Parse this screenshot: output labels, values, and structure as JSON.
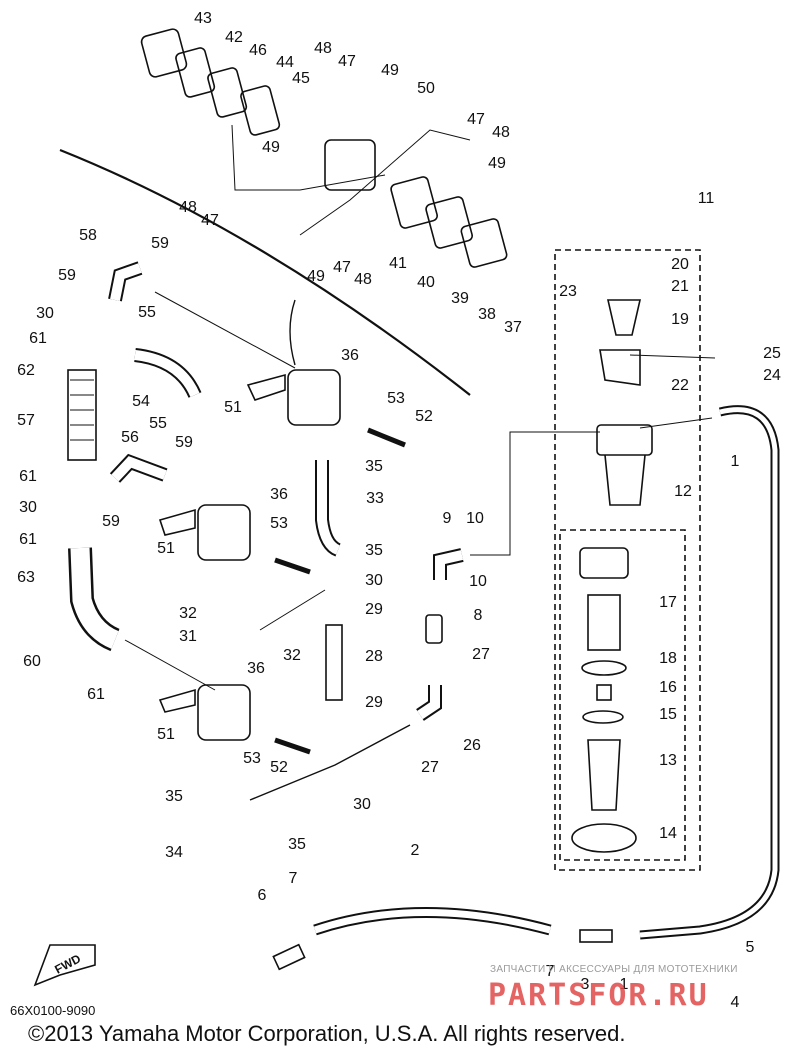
{
  "diagram": {
    "labels": [
      "1",
      "1",
      "2",
      "3",
      "4",
      "5",
      "6",
      "7",
      "7",
      "8",
      "9",
      "10",
      "10",
      "11",
      "12",
      "13",
      "14",
      "15",
      "16",
      "17",
      "18",
      "19",
      "20",
      "21",
      "22",
      "23",
      "24",
      "25",
      "26",
      "27",
      "27",
      "28",
      "29",
      "29",
      "30",
      "30",
      "30",
      "30",
      "31",
      "32",
      "32",
      "33",
      "34",
      "35",
      "35",
      "35",
      "35",
      "36",
      "36",
      "36",
      "37",
      "38",
      "39",
      "40",
      "41",
      "42",
      "43",
      "44",
      "45",
      "46",
      "47",
      "47",
      "47",
      "47",
      "48",
      "48",
      "48",
      "48",
      "49",
      "49",
      "49",
      "49",
      "50",
      "51",
      "51",
      "51",
      "52",
      "52",
      "53",
      "53",
      "53",
      "54",
      "55",
      "55",
      "56",
      "57",
      "58",
      "59",
      "59",
      "59",
      "59",
      "60",
      "61",
      "61",
      "61",
      "61",
      "62",
      "63"
    ],
    "code": "66X0100-9090",
    "fwd": "FWD",
    "watermark_small": "ЗАПЧАСТИ И АКСЕССУАРЫ ДЛЯ МОТОТЕХНИКИ",
    "watermark_logo": "PARTSFOR.RU",
    "copyright": "©2013 Yamaha Motor Corporation, U.S.A. All rights reserved."
  }
}
